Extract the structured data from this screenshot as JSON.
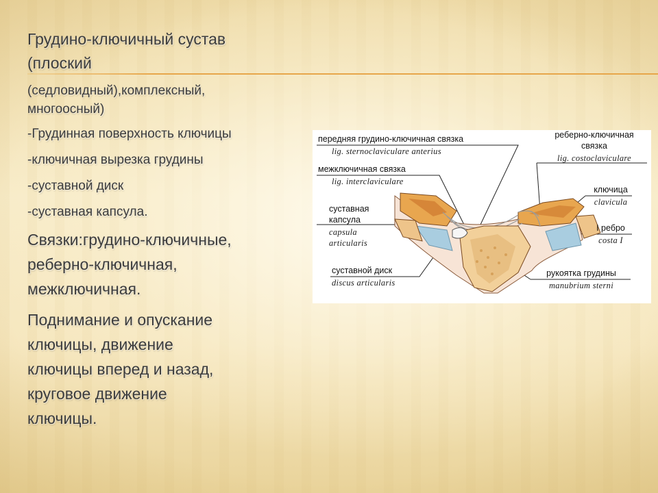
{
  "slide": {
    "title_line1": "Грудино-ключичный сустав",
    "title_line2": "(плоский",
    "subtitle_line1": "(седловидный),комплексный,",
    "subtitle_line2": "многоосный)",
    "components": [
      "-Грудинная поверхность ключицы",
      "-ключичная вырезка грудины",
      "-суставной диск",
      "-суставная капсула."
    ],
    "ligaments_line1": "Связки:грудино-ключичные,",
    "ligaments_line2": "реберно-ключичная,",
    "ligaments_line3": "межключичная.",
    "movements_line1": "Поднимание и опускание",
    "movements_line2": "ключицы, движение",
    "movements_line3": "ключицы вперед и назад,",
    "movements_line4": "круговое движение",
    "movements_line5": "ключицы."
  },
  "diagram": {
    "anterior_ligament_ru": "передняя грудино-ключичная связка",
    "anterior_ligament_lat": "lig. sternoclaviculare anterius",
    "costoclav_ru_1": "реберно-ключичная",
    "costoclav_ru_2": "связка",
    "costoclav_lat": "lig. costoclaviculare",
    "interclav_ru": "межключичная связка",
    "interclav_lat": "lig. interclaviculare",
    "clavicle_ru": "ключица",
    "clavicle_lat": "clavicula",
    "capsule_ru_1": "суставная",
    "capsule_ru_2": "капсула",
    "capsule_lat_1": "capsula",
    "capsule_lat_2": "articularis",
    "rib_ru": "I ребро",
    "rib_lat": "costa I",
    "disc_ru": "суставной диск",
    "disc_lat": "discus articularis",
    "manubrium_ru": "рукоятка грудины",
    "manubrium_lat": "manubrium sterni"
  },
  "colors": {
    "accent_line": "#e7a64a",
    "text": "#3c3c3c",
    "bone": "#e8a64f",
    "cartilage": "#a9cde0"
  }
}
